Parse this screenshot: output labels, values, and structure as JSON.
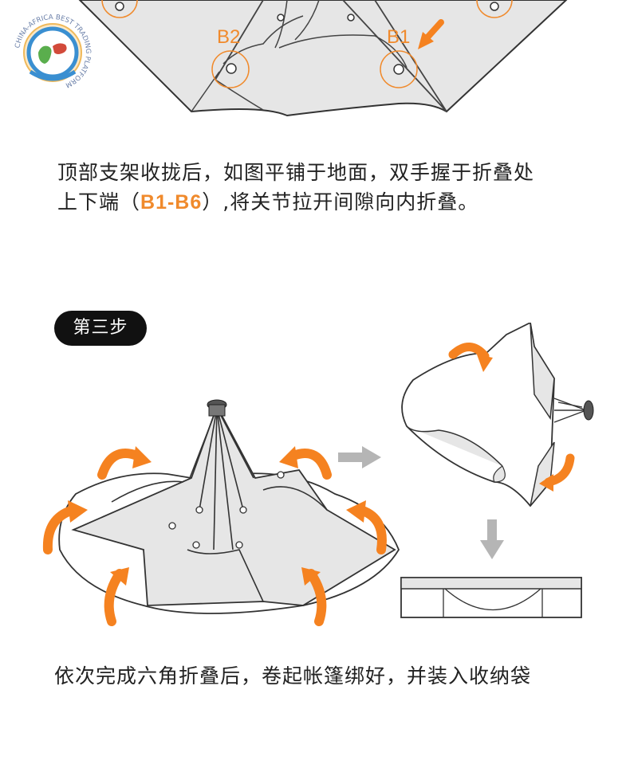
{
  "logo": {
    "ring_text": "CHINA-AFRICA BEST TRADING PLATFORM"
  },
  "labels": {
    "b1": "B1",
    "b2": "B2"
  },
  "caption1": {
    "line1": "顶部支架收拢后，如图平铺于地面，双手握于折叠处",
    "line2_pre": "上下端（",
    "line2_hl": "B1-B6",
    "line2_post": "）,将关节拉开间隙向内折叠。"
  },
  "step": {
    "label": "第三步"
  },
  "caption2": {
    "text": "依次完成六角折叠后，卷起帐篷绑好，并装入收纳袋"
  },
  "colors": {
    "accent": "#f08a2c",
    "arrow": "#f58220",
    "fabric": "#e6e6e6",
    "line": "#333333",
    "gray_arrow": "#b5b5b5"
  },
  "icons": [
    "orange-curved-arrow-icon",
    "gray-arrow-right-icon",
    "gray-arrow-down-icon",
    "orange-pointer-arrow-icon"
  ]
}
